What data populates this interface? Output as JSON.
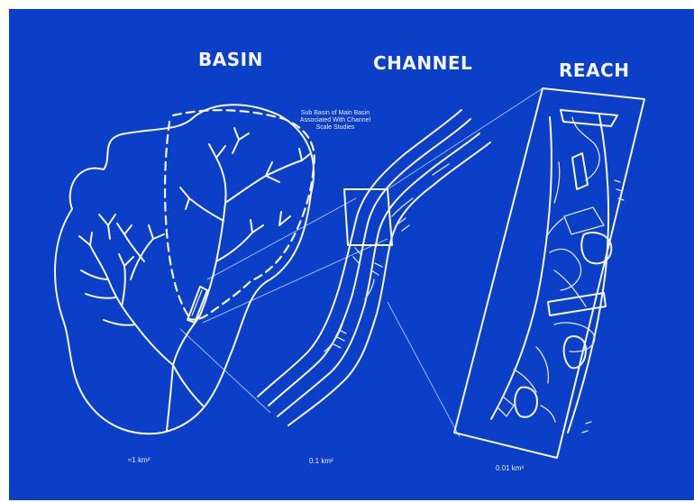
{
  "titles": {
    "basin": "BASIN",
    "channel": "CHANNEL",
    "reach": "REACH"
  },
  "annotation": [
    "Sub Basin of Main Basin",
    "Associated With Channel",
    "Scale Studies"
  ],
  "scales": {
    "basin": "≈1 km²",
    "channel": "0.1 km²",
    "reach": "0.01 km²"
  },
  "colors": {
    "background": "#0b3fc8",
    "line": "#f4f7ff"
  }
}
